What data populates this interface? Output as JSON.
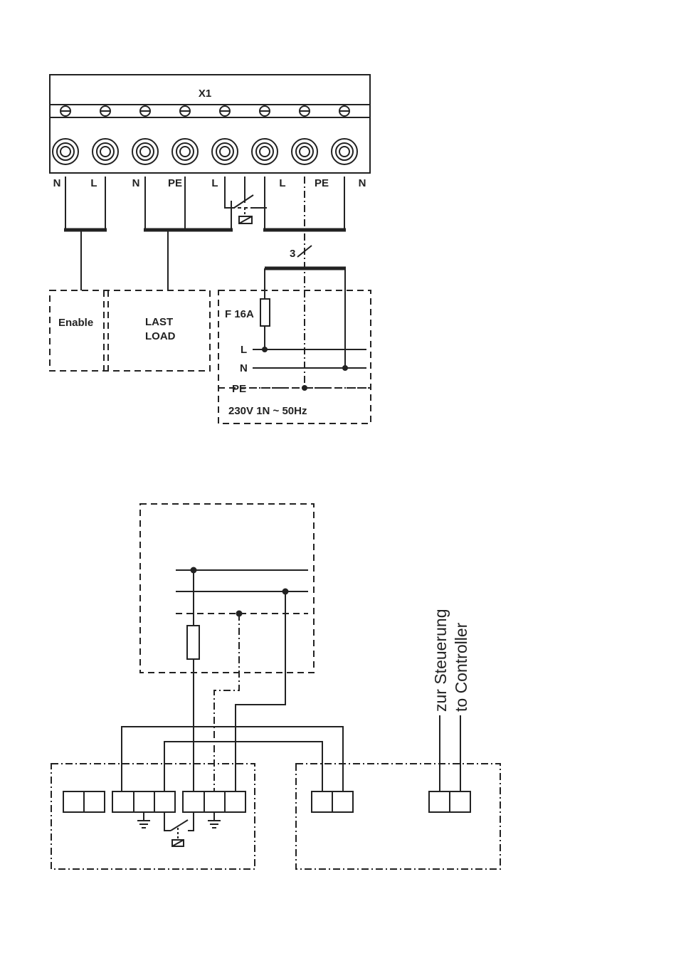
{
  "terminal_block": {
    "title": "X1",
    "terminal_labels": [
      "N",
      "L",
      "N",
      "PE",
      "L",
      "L",
      "PE",
      "N"
    ]
  },
  "blocks": {
    "enable": "Enable",
    "load_line1": "LAST",
    "load_line2": "LOAD"
  },
  "supply": {
    "fuse": "F 16A",
    "line_l": "L",
    "line_n": "N",
    "line_pe": "PE",
    "rating": "230V 1N ~ 50Hz",
    "cable_count": "3"
  },
  "controller": {
    "label_de": "zur Steuerung",
    "label_en": "to Controller"
  }
}
